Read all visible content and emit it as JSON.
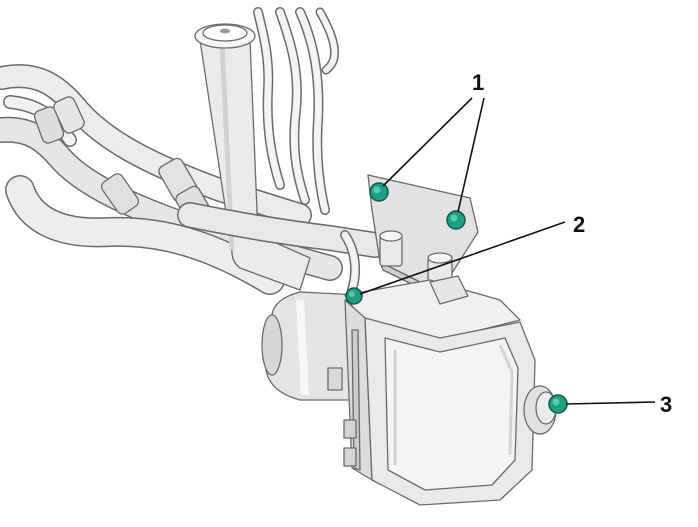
{
  "callouts": [
    {
      "label": "1"
    },
    {
      "label": "2"
    },
    {
      "label": "3"
    }
  ],
  "colors": {
    "fastener": "#1f9e86",
    "outline": "#6a6a6a",
    "fill_light": "#eeeeee",
    "fill_mid": "#dcdcdc",
    "leader": "#111111"
  }
}
